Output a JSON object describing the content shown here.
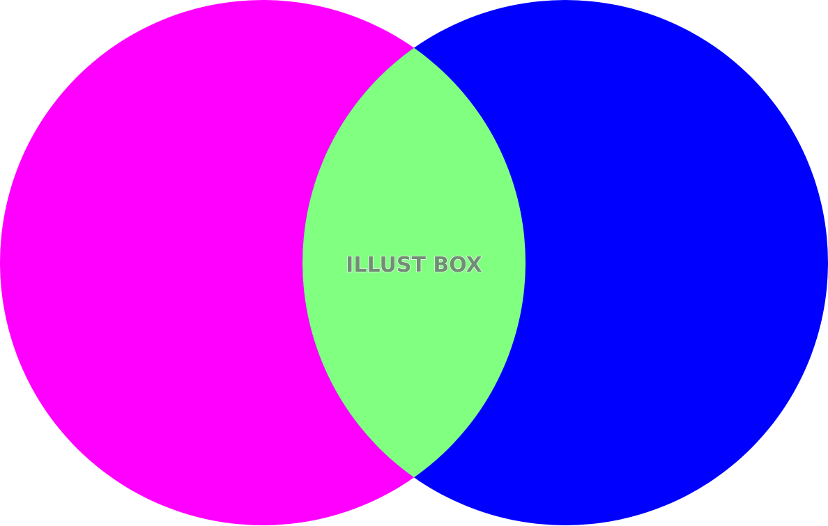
{
  "diagram": {
    "type": "venn",
    "sets": [
      {
        "id": "left",
        "color": "#ff00ff"
      },
      {
        "id": "right",
        "color": "#0000ff"
      }
    ],
    "intersection": {
      "color": "#80ff80"
    },
    "background": "#ffffff"
  },
  "watermark": {
    "text": "ILLUST BOX"
  }
}
